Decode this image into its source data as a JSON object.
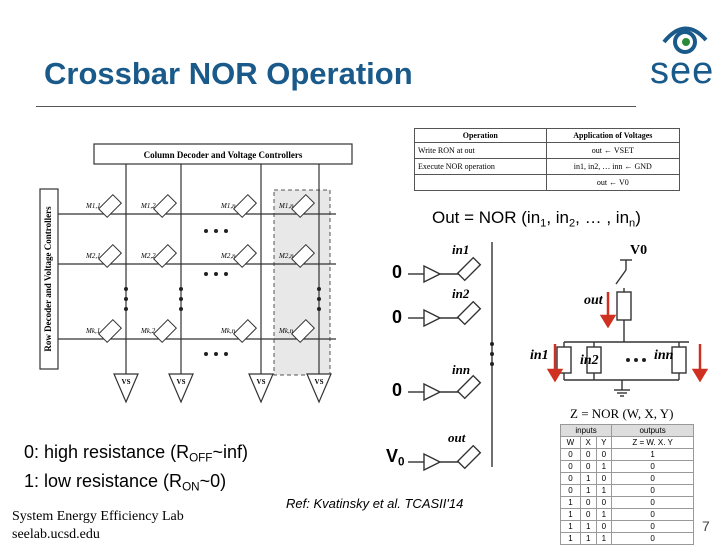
{
  "slide": {
    "title": "Crossbar NOR Operation",
    "logo_text": "see",
    "page_number": "7",
    "lab_line1": "System Energy Efficiency Lab",
    "lab_line2": "seelab.ucsd.edu",
    "reference": "Ref: Kvatinsky et al. TCASII'14"
  },
  "legend": {
    "high_a": "0: high resistance (R",
    "high_sub": "OFF",
    "high_b": "~inf)",
    "low_a": "1: low resistance (R",
    "low_sub": "ON",
    "low_b": "~0)"
  },
  "formula": {
    "prefix": "Out = NOR (in",
    "s1": "1",
    "mid1": ", in",
    "s2": "2",
    "mid2": ", … , in",
    "sn": "n",
    "suffix": ")"
  },
  "bits": {
    "b1": "0",
    "b2": "0",
    "b3": "0",
    "v0": "V",
    "v0_sub": "0"
  },
  "crossbar": {
    "column_decoder": "Column Decoder and Voltage Controllers",
    "row_decoder": "Row Decoder and Voltage Controllers",
    "cells_row1": [
      "M1,1",
      "M1,2",
      "M1,n",
      "M1,n"
    ],
    "cells_row2": [
      "M2,1",
      "M2,2",
      "M2,n",
      "M2,n"
    ],
    "cells_rowk": [
      "Mk,1",
      "Mk,2",
      "Mk,n",
      "Mk,n"
    ],
    "vs_label": "VS"
  },
  "operation_table": {
    "headers": [
      "Operation",
      "Application of Voltages"
    ],
    "rows": [
      [
        "Write RON at out",
        "out ← VSET"
      ],
      [
        "Execute NOR operation",
        "in1, in2, … inn ← GND"
      ],
      [
        "",
        "out ← V0"
      ]
    ]
  },
  "circuit": {
    "v0": "V0",
    "in1": "in1",
    "in2": "in2",
    "inn": "inn",
    "out": "out",
    "right_in1": "in1",
    "right_in2": "in2",
    "right_inn": "inn",
    "right_out": "out"
  },
  "truth_table": {
    "equation": "Z = NOR (W, X, Y)",
    "group_inputs": "inputs",
    "group_outputs": "outputs",
    "headers": [
      "W",
      "X",
      "Y",
      "Z = W. X. Y"
    ],
    "rows": [
      [
        "0",
        "0",
        "0",
        "1"
      ],
      [
        "0",
        "0",
        "1",
        "0"
      ],
      [
        "0",
        "1",
        "0",
        "0"
      ],
      [
        "0",
        "1",
        "1",
        "0"
      ],
      [
        "1",
        "0",
        "0",
        "0"
      ],
      [
        "1",
        "0",
        "1",
        "0"
      ],
      [
        "1",
        "1",
        "0",
        "0"
      ],
      [
        "1",
        "1",
        "1",
        "0"
      ]
    ]
  }
}
